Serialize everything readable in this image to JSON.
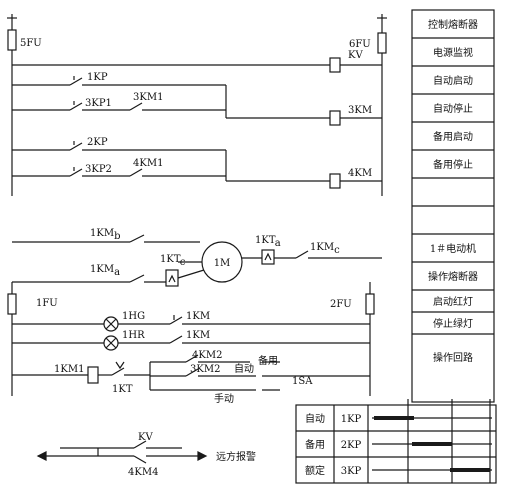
{
  "legend_panel": {
    "items": [
      "控制熔断器",
      "电源监视",
      "自动启动",
      "自动停止",
      "备用启动",
      "备用停止",
      "",
      "",
      "1＃电动机",
      "操作熔断器",
      "启动红灯",
      "停止绿灯",
      "操作回路"
    ]
  },
  "labels": {
    "fu5": "5FU",
    "fu6": "6FU",
    "kv_coil": "KV",
    "kp1": "1KP",
    "kp3_1": "3KP1",
    "km1_3": "3KM1",
    "km3": "3KM",
    "kp2": "2KP",
    "kp3_2": "3KP2",
    "km1_4": "4KM1",
    "km4": "4KM",
    "km_b_main": "1KM",
    "km_b_sub": "b",
    "km_a_main": "1KM",
    "km_a_sub": "a",
    "kt_top_main": "1KT",
    "kt_top_sub": "a",
    "km_c_main": "1KM",
    "km_c_sub": "c",
    "kt_mid_main": "1KT",
    "kt_mid_sub": "c",
    "motor": "1M",
    "fu1": "1FU",
    "fu2": "2FU",
    "hg": "1HG",
    "km_hg": "1KM",
    "hr": "1HR",
    "km_hr": "1KM",
    "km2_4": "4KM2",
    "standby": "备用",
    "km1_coil": "1KM1",
    "kt_coil": "1KT",
    "km2_3": "3KM2",
    "auto": "自动",
    "sa": "1SA",
    "manual": "手动",
    "kv_bottom": "KV",
    "km4_bottom": "4KM4",
    "remote_alarm": "远方报警"
  },
  "switch_table": {
    "rows": [
      {
        "mode": "自动",
        "contact": "1KP",
        "bar_position": 0.0
      },
      {
        "mode": "备用",
        "contact": "2KP",
        "bar_position": 0.5
      },
      {
        "mode": "额定",
        "contact": "3KP",
        "bar_position": 1.0
      }
    ]
  }
}
